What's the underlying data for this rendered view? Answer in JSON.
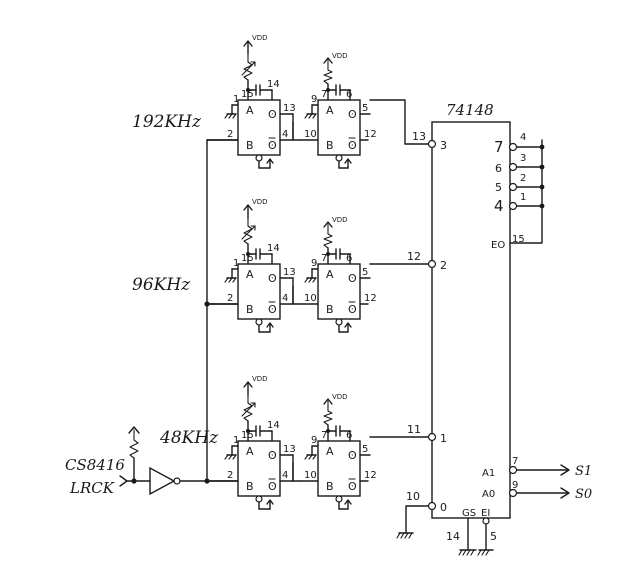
{
  "labels": {
    "freq_192": "192KHz",
    "freq_96": "96KHz",
    "freq_48": "48KHz",
    "input_line1": "CS8416",
    "input_line2": "LRCK",
    "ic_name": "74148",
    "out_s1": "S1",
    "out_s0": "S0",
    "vdd": "VDD"
  },
  "ic": {
    "left_pins": [
      "3",
      "2",
      "1",
      "0"
    ],
    "left_pin_numbers": [
      "13",
      "12",
      "11",
      "10"
    ],
    "right_pins": [
      "7",
      "6",
      "5",
      "4"
    ],
    "right_pin_numbers": [
      "4",
      "3",
      "2",
      "1"
    ],
    "eo_label": "EO",
    "eo_pin": "15",
    "a1_label": "A1",
    "a1_pin": "7",
    "a0_label": "A0",
    "a0_pin": "9",
    "gs_label": "GS",
    "gs_pin": "14",
    "ei_label": "EI",
    "ei_pin": "5"
  },
  "monostable": {
    "first": {
      "pin_a": "1",
      "pin_rc": "15",
      "pin_c": "14",
      "pin_b": "2",
      "pin_q": "13",
      "pin_qbar": "4",
      "label_a": "A",
      "label_b": "B",
      "label_q": "Q",
      "label_qbar": "Q̄"
    },
    "second": {
      "pin_a": "9",
      "pin_rc": "7",
      "pin_c": "6",
      "pin_b": "10",
      "pin_q": "5",
      "pin_qbar": "12",
      "label_a": "A",
      "label_b": "B",
      "label_q": "Q",
      "label_qbar": "Q̄"
    }
  }
}
